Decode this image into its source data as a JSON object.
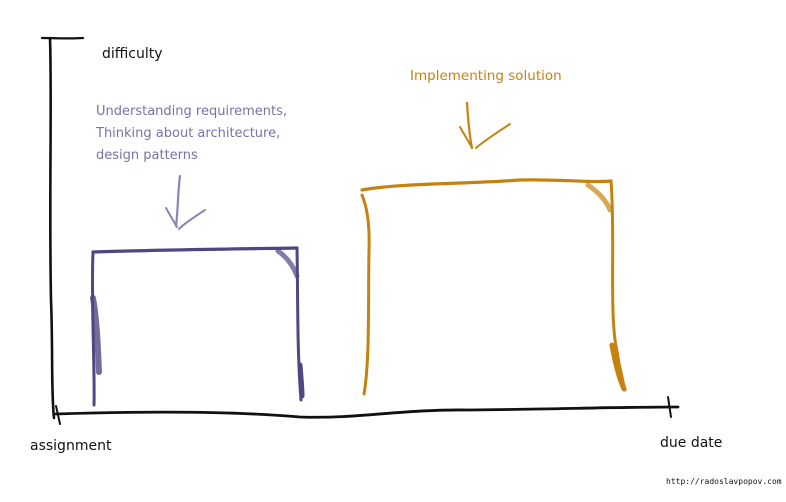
{
  "axes": {
    "y_label": "difficulty",
    "x_start_label": "assignment",
    "x_end_label": "due date"
  },
  "phases": [
    {
      "lines": [
        "Understanding requirements,",
        "Thinking about architecture,",
        "design patterns"
      ],
      "color": "#4f4782",
      "label_color": "#7872a8"
    },
    {
      "lines": [
        "Implementing solution"
      ],
      "color": "#c7810f",
      "label_color": "#c7810f"
    }
  ],
  "credit": "http://radoslavpopov.com"
}
